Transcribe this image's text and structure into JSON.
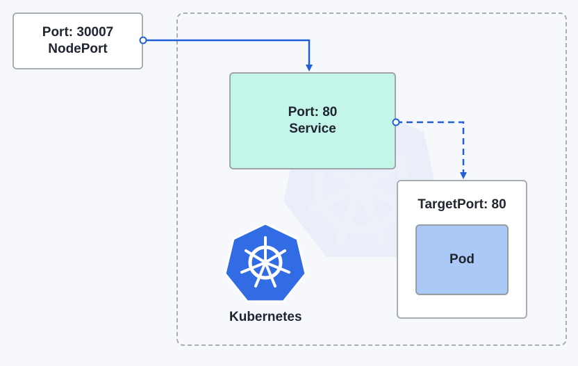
{
  "nodeport": {
    "line1": "Port: 30007",
    "line2": "NodePort"
  },
  "service": {
    "line1": "Port: 80",
    "line2": "Service"
  },
  "target": {
    "label": "TargetPort: 80"
  },
  "pod": {
    "label": "Pod"
  },
  "kubernetes": {
    "label": "Kubernetes"
  },
  "colors": {
    "connector": "#1f5ed6",
    "service_fill": "#c3f5e8",
    "pod_fill": "#aac9f6",
    "logo_blue": "#326ce5"
  }
}
